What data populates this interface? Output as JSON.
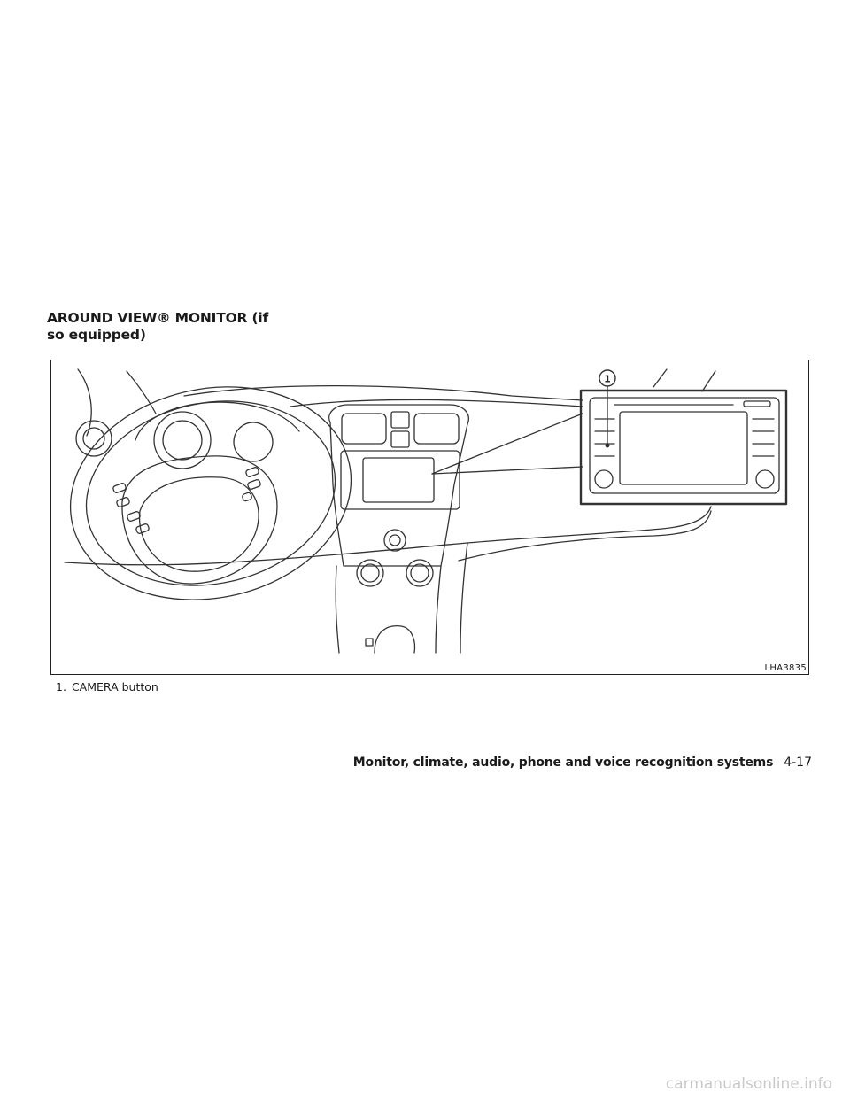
{
  "section": {
    "title": "AROUND VIEW® MONITOR (if so equipped)"
  },
  "figure": {
    "callout_number": "1",
    "code": "LHA3835"
  },
  "caption": {
    "items": [
      {
        "number": "1.",
        "label": "CAMERA button"
      }
    ]
  },
  "footer": {
    "chapter": "Monitor, climate, audio, phone and voice recognition systems",
    "page": "4-17"
  },
  "watermark": {
    "text": "carmanualsonline.info"
  }
}
